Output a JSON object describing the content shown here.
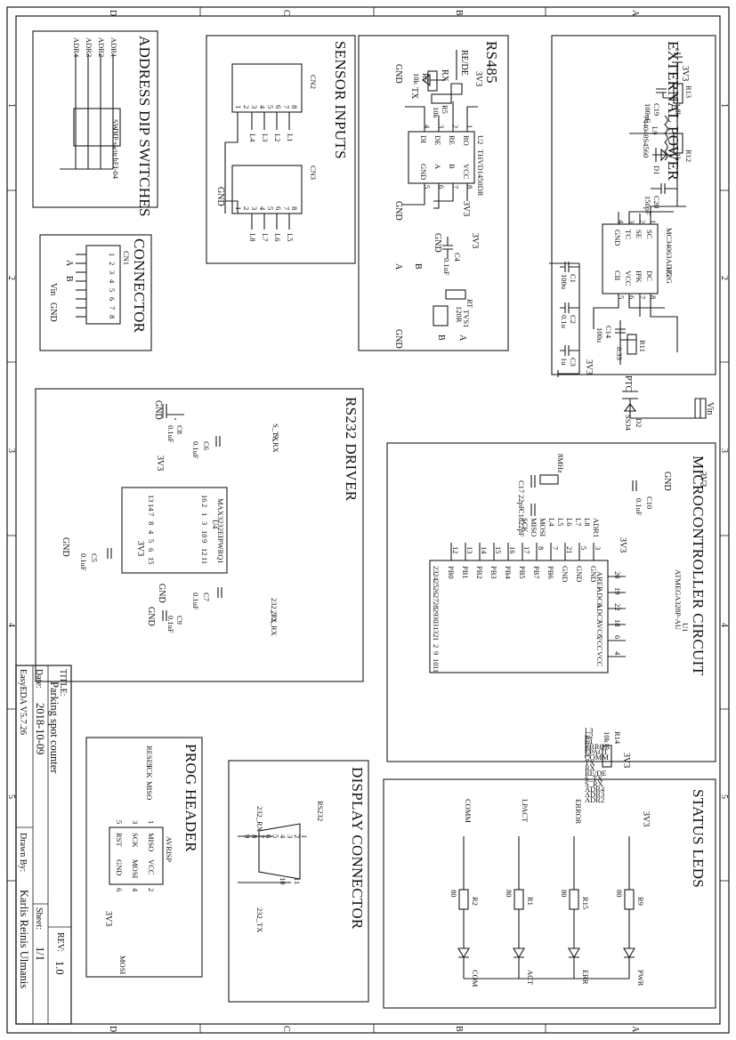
{
  "frame": {
    "columns": [
      "A",
      "B",
      "C",
      "D"
    ],
    "rows": [
      "1",
      "2",
      "3",
      "4",
      "5"
    ]
  },
  "title_block": {
    "title_label": "TITLE:",
    "title": "Parking spot counter",
    "rev_label": "REV:",
    "rev": "1.0",
    "date_label": "Date:",
    "date": "2018-10-09",
    "sheet_label": "Sheet:",
    "sheet": "1/1",
    "software": "EasyEDA V5.7.26",
    "drawn_label": "Drawn By:",
    "drawn_by": "Karlis Reinis Ulmanis"
  },
  "sections": {
    "power": "EXTERNAL POWER",
    "rs485": "RS485",
    "sensors": "SENSOR INPUTS",
    "dip": "ADDRESS DIP SWITCHES",
    "connector": "CONNECTOR",
    "mcu": "MICROCONTROLLER CIRCUIT",
    "rs232": "RS232 DRIVER",
    "leds": "STATUS LEDS",
    "display": "DISPLAY CONNECTOR",
    "prog": "PROG HEADER"
  },
  "nets": {
    "v33": "3V3",
    "gnd": "GND",
    "vin": "Vin",
    "ptc": "PTC",
    "a": "A",
    "b": "B",
    "rx": "RX",
    "tx": "TX",
    "rede": "RE/DE",
    "reset": "RESET",
    "adr1": "ADR1",
    "adr2": "ADR2",
    "adr3": "ADR3",
    "adr4": "ADR4",
    "l1": "L1",
    "l2": "L2",
    "l3": "L3",
    "l4": "L4",
    "l5": "L5",
    "l6": "L6",
    "l7": "L7",
    "l8": "L8",
    "s_tx": "S_TX",
    "s_rx": "S_RX",
    "tx232": "232_TX",
    "rx232": "232_RX",
    "lpact": "LPACT",
    "error": "ERROR",
    "comm": "COMM",
    "miso": "MISO",
    "mosi": "MOSI",
    "sck": "SCK"
  },
  "power": {
    "u5": "U5",
    "u5_part": "MC34063ADR2G",
    "u5_pins": [
      "SC",
      "SE",
      "TC",
      "GND",
      "DC",
      "IPK",
      "VCC",
      "CII"
    ],
    "u5_nums": [
      "1",
      "2",
      "3",
      "4",
      "8",
      "7",
      "6",
      "5"
    ],
    "l9": "L9",
    "l9_part": "744040S4560",
    "r12": "R12",
    "r12_v": "1k",
    "r13": "R13",
    "r13_v": "1.8k",
    "c19": "C19",
    "c19_v": "100uF",
    "d1": "D1",
    "c20": "C20",
    "c20_v": "150pF",
    "c1": "C1",
    "c1_v": "100u",
    "c2": "C2",
    "c2_v": "0.1u",
    "c3": "C3",
    "c3_v": "1u",
    "c14": "C14",
    "c14_v": "100u",
    "r11": "R11",
    "r11_v": "0.33",
    "d2": "D2",
    "d2_v": "SS34"
  },
  "rs485": {
    "u2": "U2",
    "u2_part": "THVD1450DR",
    "pins_l": [
      "RO",
      "RE",
      "DE",
      "DI"
    ],
    "pins_r": [
      "VCC",
      "B",
      "A",
      "GND"
    ],
    "pins_l_n": [
      "1",
      "2",
      "3",
      "4"
    ],
    "pins_r_n": [
      "8",
      "7",
      "6",
      "5"
    ],
    "r5": "R5",
    "r5_v": "10k",
    "r6": "R6",
    "r6_v": "10k",
    "c4": "C4",
    "c4_v": "0.1uF",
    "tvs": "TVS1",
    "rt": "RT",
    "rt_v": "120R"
  },
  "sensors": {
    "cn2": "CN2",
    "cn3": "CN3",
    "pins": [
      "8",
      "7",
      "6",
      "5",
      "4",
      "3",
      "2",
      "1"
    ]
  },
  "dip": {
    "sw": "SW1",
    "sw_part": "DIP switchEI-04",
    "pins_a": [
      "1",
      "2",
      "3",
      "4"
    ],
    "pins_b": [
      "8",
      "7",
      "6",
      "5"
    ]
  },
  "connector": {
    "cn1": "CN1",
    "pins": [
      "1",
      "2",
      "3",
      "4",
      "5",
      "6",
      "7",
      "8"
    ]
  },
  "mcu": {
    "u1": "U1",
    "u1_part": "ATMEGA328P-AU",
    "left_pins": [
      [
        "20",
        "AREF"
      ],
      [
        "19",
        "ADC6"
      ],
      [
        "22",
        "ADC7"
      ],
      [
        "18",
        "AVCC"
      ],
      [
        "6",
        "VCC"
      ],
      [
        "4",
        "VCC"
      ]
    ],
    "right_pins": [
      [
        "23",
        "PC0"
      ],
      [
        "24",
        "PC1"
      ],
      [
        "25",
        "PC2"
      ],
      [
        "26",
        "PC3"
      ],
      [
        "27",
        "PC4"
      ],
      [
        "28",
        "PC5"
      ],
      [
        "29",
        "PC6"
      ],
      [
        "30",
        "PD0"
      ],
      [
        "31",
        "PD1"
      ],
      [
        "32",
        "PD2"
      ],
      [
        "1",
        "PD3"
      ],
      [
        "2",
        "PD4"
      ],
      [
        "9",
        "PD5"
      ],
      [
        "10",
        "PD6"
      ],
      [
        "11",
        "PD7"
      ]
    ],
    "top_pins": [
      [
        "3",
        "GND"
      ],
      [
        "5",
        "GND"
      ],
      [
        "21",
        "GND"
      ],
      [
        "7",
        "PB6"
      ],
      [
        "8",
        "PB7"
      ],
      [
        "17",
        "PB5"
      ],
      [
        "16",
        "PB4"
      ],
      [
        "15",
        "PB3"
      ],
      [
        "14",
        "PB2"
      ],
      [
        "13",
        "PB1"
      ],
      [
        "12",
        "PB0"
      ]
    ],
    "c10": "C10",
    "c10_v": "0.1uF",
    "c17": "C17",
    "c17_v": "22pF",
    "c18": "C18",
    "c18_v": "22pF",
    "y1": "8MHz",
    "r14": "R14",
    "r14_v": "10k"
  },
  "rs232": {
    "u4": "U4",
    "u4_part": "MAX3232EIPWRQ1",
    "c8": "C8",
    "c8_v": "0.1uF",
    "c6": "C6",
    "c6_v": "0.1uF",
    "c5": "C5",
    "c5_v": "0.1uF",
    "c7": "C7",
    "c7_v": "0.1uF",
    "c9": "C9",
    "c9_v": "0.1uF"
  },
  "leds": {
    "items": [
      {
        "r": "R9",
        "v": "80",
        "led": "PWR"
      },
      {
        "r": "R15",
        "v": "80",
        "led": "ERR"
      },
      {
        "r": "R1",
        "v": "80",
        "led": "ACT"
      },
      {
        "r": "R2",
        "v": "80",
        "led": "COM"
      }
    ]
  },
  "display": {
    "rs232": "RS232"
  },
  "prog": {
    "avrisp": "AVRISP",
    "pins": [
      "MISO",
      "VCC",
      "SCK",
      "MOSI",
      "RST",
      "GND"
    ],
    "nums": [
      "1",
      "2",
      "3",
      "4",
      "5",
      "6"
    ]
  }
}
